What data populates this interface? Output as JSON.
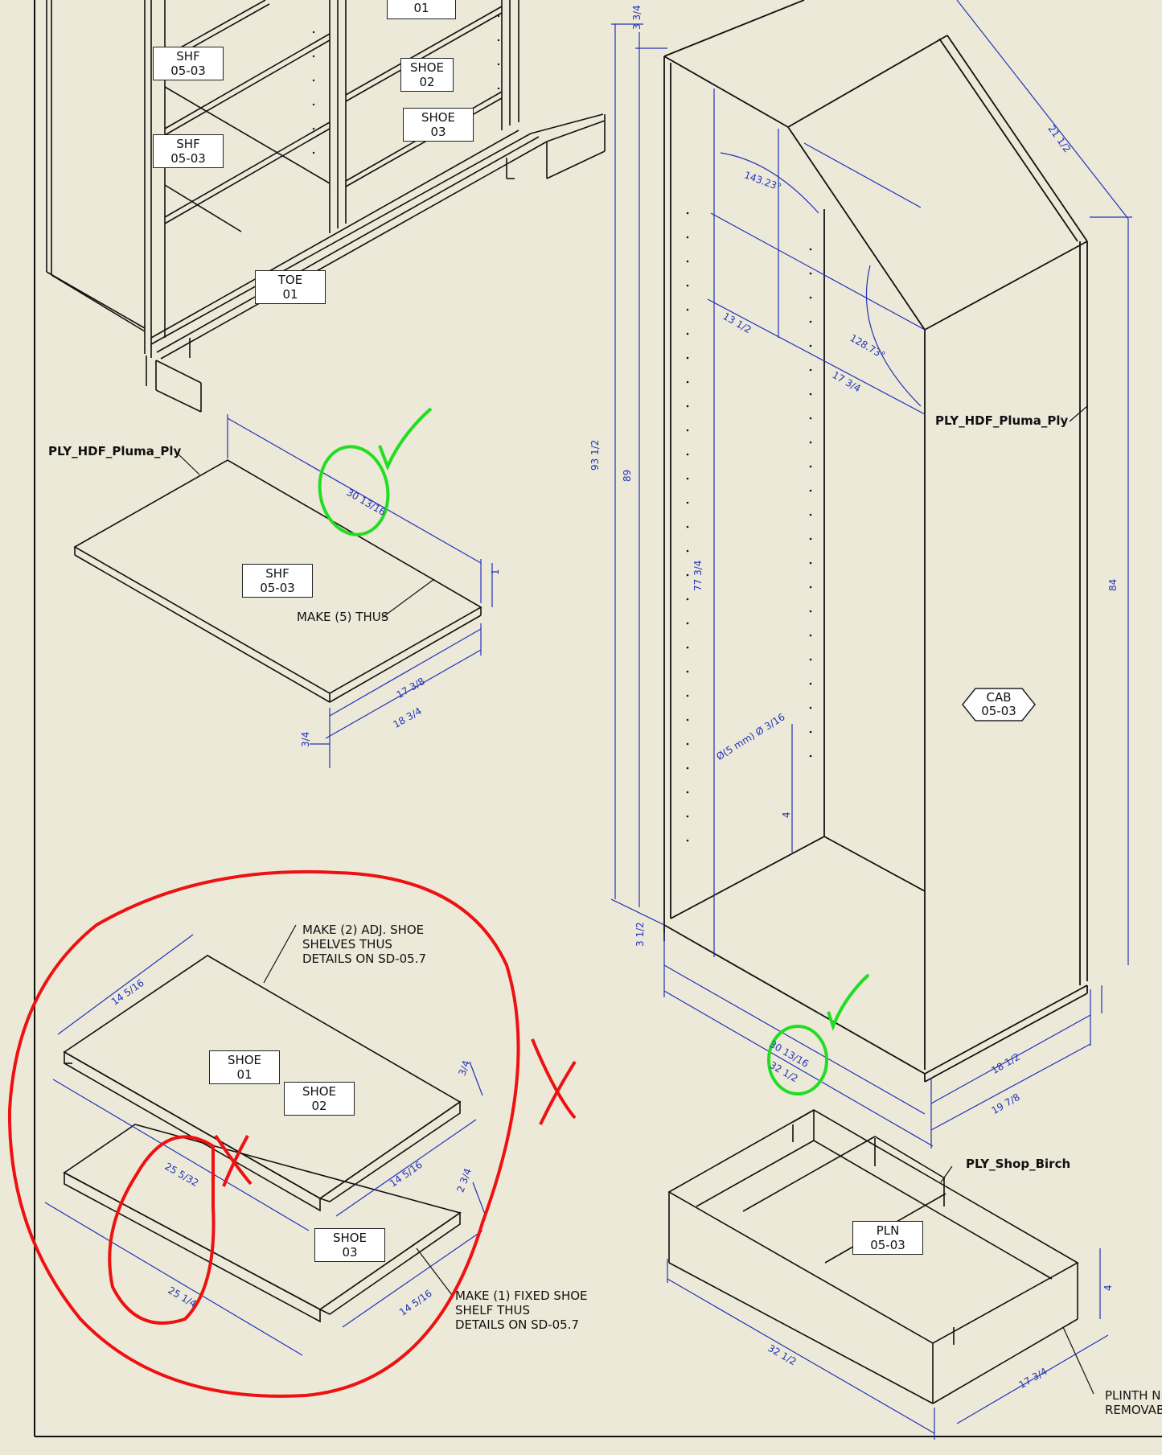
{
  "drawing": {
    "part_labels": {
      "top_01": [
        "01"
      ],
      "shf_a": [
        "SHF",
        "05-03"
      ],
      "shf_b": [
        "SHF",
        "05-03"
      ],
      "shoe_02_top": [
        "SHOE",
        "02"
      ],
      "shoe_03_top": [
        "SHOE",
        "03"
      ],
      "toe_01": [
        "TOE",
        "01"
      ],
      "shf_detail": [
        "SHF",
        "05-03"
      ],
      "shoe_01": [
        "SHOE",
        "01"
      ],
      "shoe_02": [
        "SHOE",
        "02"
      ],
      "shoe_03": [
        "SHOE",
        "03"
      ],
      "pln": [
        "PLN",
        "05-03"
      ],
      "cab": [
        "CAB",
        "05-03"
      ]
    },
    "material_callouts": {
      "shelf_material": "PLY_HDF_Pluma_Ply",
      "cabinet_material": "PLY_HDF_Pluma_Ply",
      "plinth_material": "PLY_Shop_Birch"
    },
    "notes": {
      "make_5": "MAKE (5) THUS",
      "make_2": "MAKE (2) ADJ. SHOE\nSHELVES THUS\nDETAILS ON SD-05.7",
      "make_1": "MAKE (1) FIXED SHOE\nSHELF THUS\nDETAILS ON SD-05.7",
      "plinth": "PLINTH NE\nREMOVABL"
    },
    "dimensions": {
      "shf_depth": "30 13/16",
      "shf_thk": "1",
      "shf_w1": "17 3/8",
      "shf_w2": "18 3/4",
      "shf_edge": "3/4",
      "cab_top": "3 3/4",
      "cab_angle1": "143.23°",
      "cab_angle2": "128.73°",
      "cab_w1": "13 1/2",
      "cab_w2": "17 3/4",
      "cab_diag": "21 1/2",
      "cab_h1": "93 1/2",
      "cab_h2": "89",
      "cab_h3": "77 3/4",
      "cab_h4": "84",
      "cab_hole": "Ø(5 mm) Ø 3/16",
      "cab_base": "4",
      "cab_bottom": "3 1/2",
      "cab_d1": "30 13/16",
      "cab_d2": "32 1/2",
      "cab_w3": "18 1/2",
      "cab_w4": "19 7/8",
      "shoe_w": "14 5/16",
      "shoe_d": "25 5/32",
      "shoe_d2": "25 1/4",
      "shoe_w2": "14 5/16",
      "shoe_w3": "14 5/16",
      "shoe_t1": "3/4",
      "shoe_t2": "2 3/4",
      "pln_d": "32 1/2",
      "pln_w": "17 3/4",
      "pln_h": "4"
    },
    "markup": {
      "approved_color": "#22dd22",
      "rejected_color": "#ee1111"
    }
  }
}
